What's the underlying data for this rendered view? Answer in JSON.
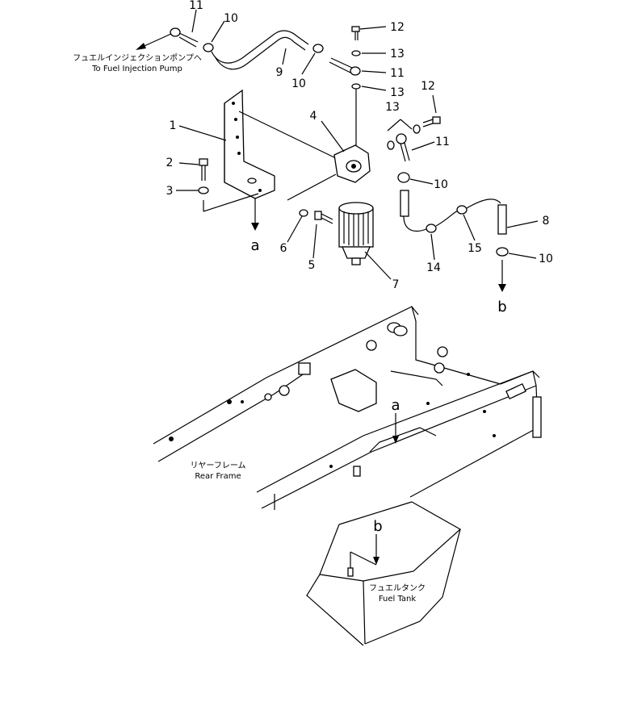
{
  "callouts": {
    "c1": "1",
    "c2": "2",
    "c3": "3",
    "c4": "4",
    "c5": "5",
    "c6": "6",
    "c7": "7",
    "c8": "8",
    "c9": "9",
    "c10a": "10",
    "c10b": "10",
    "c10c": "10",
    "c10d": "10",
    "c11a": "11",
    "c11b": "11",
    "c11c": "11",
    "c12a": "12",
    "c12b": "12",
    "c13a": "13",
    "c13b": "13",
    "c13c": "13",
    "c14": "14",
    "c15": "15"
  },
  "refs": {
    "a_top": "a",
    "a_frame": "a",
    "b_top": "b",
    "b_tank": "b"
  },
  "labels": {
    "pump_jp": "フュエルインジェクションポンプへ",
    "pump_en": "To Fuel Injection Pump",
    "frame_jp": "リヤーフレーム",
    "frame_en": "Rear Frame",
    "tank_jp": "フュエルタンク",
    "tank_en": "Fuel Tank"
  }
}
